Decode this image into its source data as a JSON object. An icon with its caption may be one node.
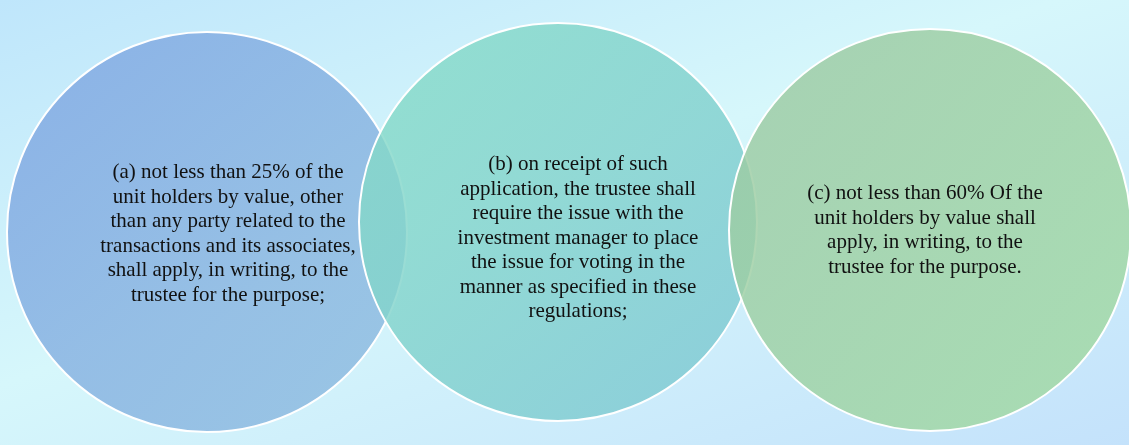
{
  "diagram": {
    "nodes": [
      {
        "text": [
          "(a) not less than 25% of the unit holders by value, other than any party related to the transactions and its associates, shall apply, in writing, to the trustee for the purpose;"
        ]
      },
      {
        "text": [
          "(b) on receipt of such application, the trustee shall require the issue with the investment manager to place the issue for voting in the manner as specified in these regulations;"
        ]
      },
      {
        "text": [
          "(c) not less than 60% Of the unit holders by value shall apply, in writing, to the trustee for the purpose."
        ]
      }
    ]
  }
}
